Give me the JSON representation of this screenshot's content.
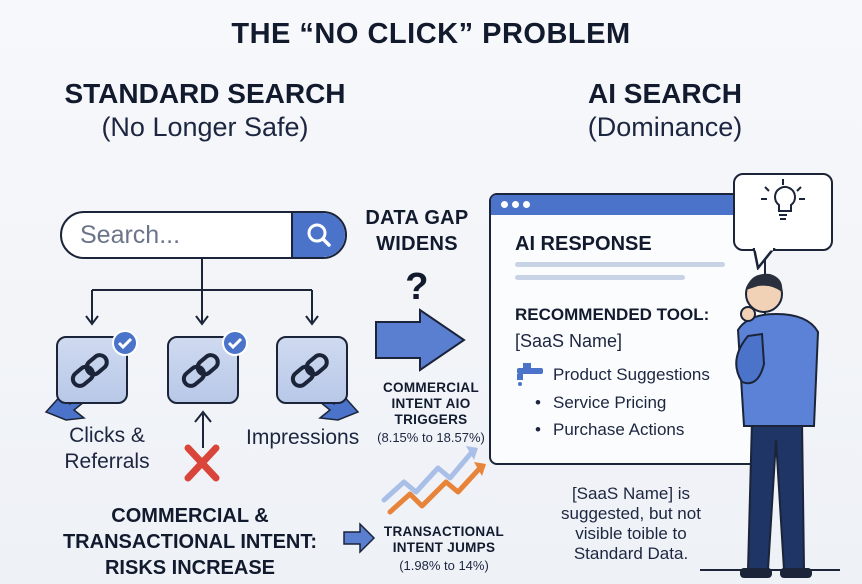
{
  "title": "THE “NO CLICK” PROBLEM",
  "left": {
    "heading": "STANDARD SEARCH",
    "subheading": "(No Longer Safe)",
    "search_placeholder": "Search...",
    "label_clicks_line1": "Clicks &",
    "label_clicks_line2": "Referrals",
    "label_impressions": "Impressions",
    "risk_line1": "COMMERCIAL &",
    "risk_line2": "TRANSACTIONAL INTENT:",
    "risk_line3": "RISKS INCREASE"
  },
  "middle": {
    "gap_line1": "DATA GAP",
    "gap_line2": "WIDENS",
    "question": "?",
    "aio_line1": "COMMERCIAL",
    "aio_line2": "INTENT AIO",
    "aio_line3": "TRIGGERS",
    "aio_range": "(8.15% to 18.57%)",
    "trans_line1": "TRANSACTIONAL",
    "trans_line2": "INTENT JUMPS",
    "trans_range": "(1.98% to 14%)"
  },
  "right": {
    "heading": "AI SEARCH",
    "subheading": "(Dominance)",
    "window_title": "AI RESPONSE",
    "recommended": "RECOMMENDED TOOL:",
    "saas": "[SaaS Name]",
    "bullets": [
      "Product Suggestions",
      "Service Pricing",
      "Purchase Actions"
    ],
    "note_line1": "[SaaS Name] is",
    "note_line2": "suggested, but not",
    "note_line3": "visible toible to",
    "note_line4": "Standard Data."
  },
  "colors": {
    "accent": "#4a73c9",
    "dark": "#1b2438",
    "red": "#d9453a",
    "orange": "#e8833a"
  }
}
